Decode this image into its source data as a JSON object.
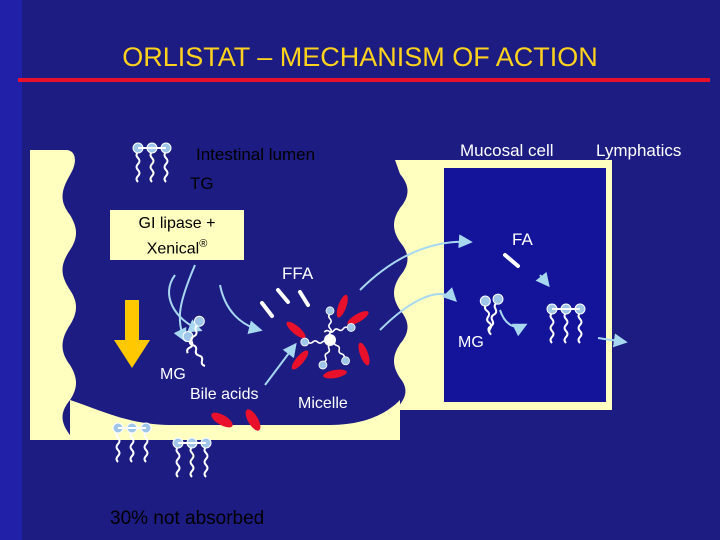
{
  "title": "ORLISTAT – MECHANISM OF ACTION",
  "labels": {
    "intestinal_lumen": "Intestinal lumen",
    "tg": "TG",
    "gi_lipase_line1": "GI lipase +",
    "gi_lipase_line2": "Xenical",
    "registered_mark": "®",
    "ffa": "FFA",
    "mg_lumen": "MG",
    "bile_acids": "Bile acids",
    "micelle": "Micelle",
    "not_absorbed": "30% not absorbed",
    "mucosal_cell": "Mucosal cell",
    "lymphatics": "Lymphatics",
    "fa": "FA",
    "mg_cell": "MG"
  },
  "colors": {
    "background": "#1c1c82",
    "title": "#ffd21e",
    "villus": "#ffffc0",
    "cell_interior": "#14149a",
    "bile_acid": "#e8102a",
    "lipid_head": "#9fc6e8",
    "arrow_down": "#ffc800",
    "process_arrow": "#a8d8f0"
  }
}
